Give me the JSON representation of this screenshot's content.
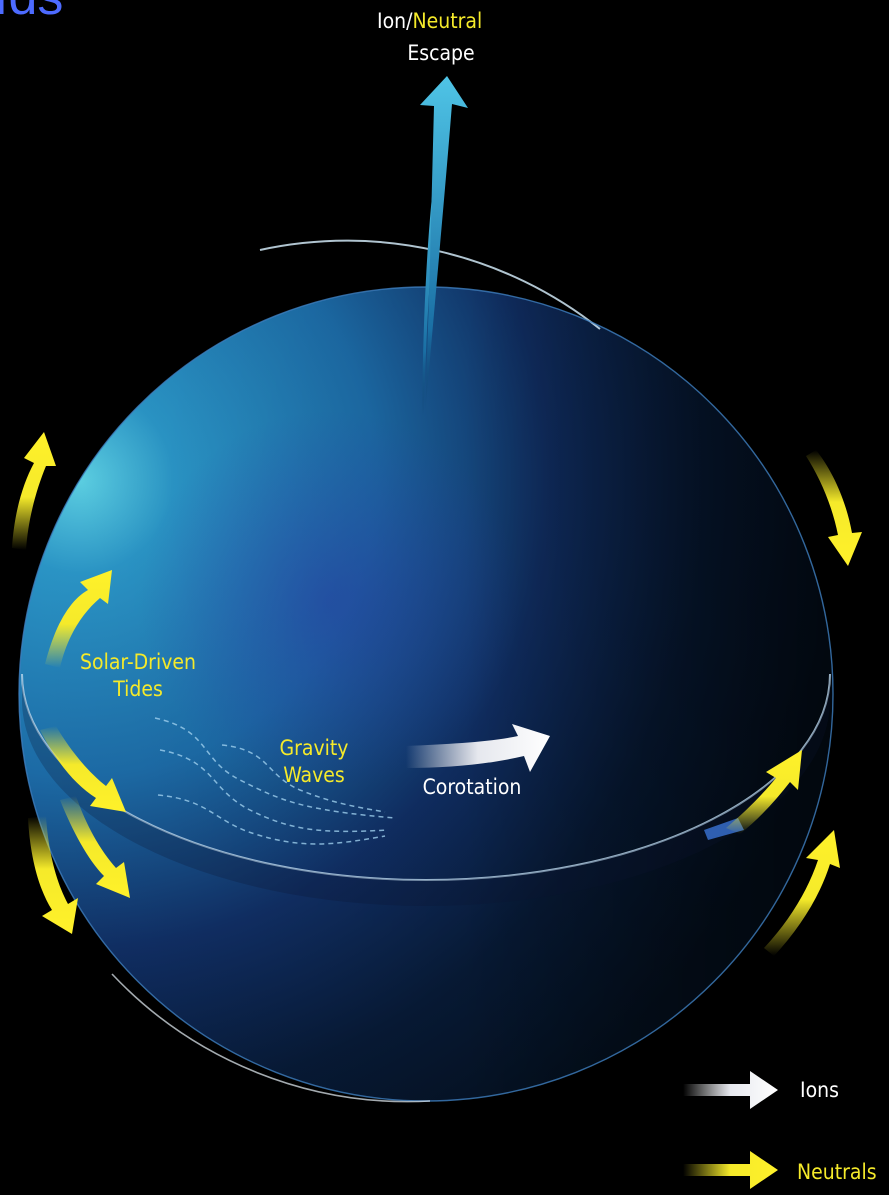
{
  "heading_fragment": "ıds",
  "labels": {
    "escape_ion": "Ion/",
    "escape_neutral": "Neutral",
    "escape_line2": "Escape",
    "solar_line1": "Solar-Driven",
    "solar_line2": "Tides",
    "gravity_line1": "Gravity",
    "gravity_line2": "Waves",
    "corotation": "Corotation"
  },
  "legend": {
    "ions": "Ions",
    "neutrals": "Neutrals"
  },
  "colors": {
    "background": "#000000",
    "sphere_light": "#4fc0dc",
    "sphere_mid": "#1d6fa3",
    "sphere_dark": "#0a1c3a",
    "ions_arrow": "#ffffff",
    "neutrals_arrow": "#f5ea2a",
    "heading": "#4d6bff"
  }
}
